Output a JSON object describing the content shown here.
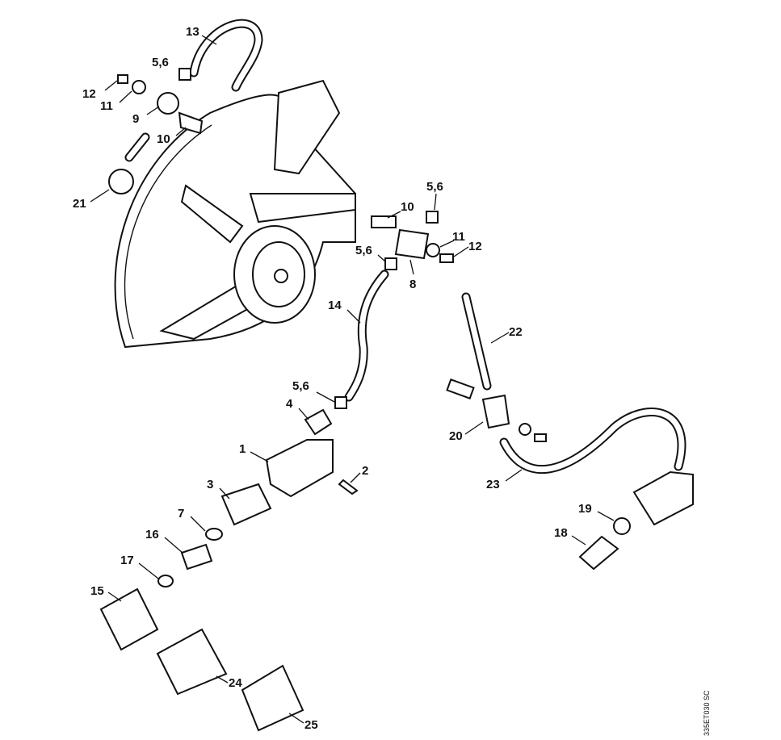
{
  "diagram": {
    "drawing_code": "335ET030 SC",
    "labels": {
      "l13": "13",
      "l56a": "5,6",
      "l12a": "12",
      "l11a": "11",
      "l9": "9",
      "l10a": "10",
      "l21": "21",
      "l10b": "10",
      "l56b": "5,6",
      "l11b": "11",
      "l12b": "12",
      "l56c": "5,6",
      "l8": "8",
      "l14": "14",
      "l22": "22",
      "l56d": "5,6",
      "l4": "4",
      "l20": "20",
      "l1": "1",
      "l2": "2",
      "l23": "23",
      "l3": "3",
      "l7": "7",
      "l19": "19",
      "l16": "16",
      "l18": "18",
      "l17": "17",
      "l15": "15",
      "l24": "24",
      "l25": "25"
    }
  }
}
